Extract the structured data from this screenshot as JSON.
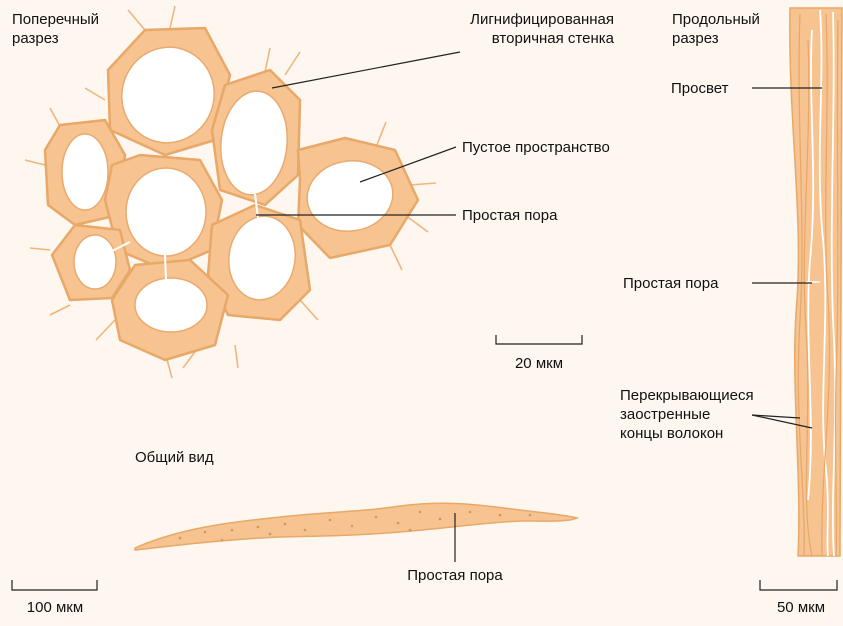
{
  "section_titles": {
    "cross_section": "Поперечный разрез",
    "longitudinal_section": "Продольный разрез",
    "general_view": "Общий вид"
  },
  "callouts": {
    "lignified_wall": "Лигнифицированная вторичная стенка",
    "empty_space": "Пустое пространство",
    "simple_pore_cross": "Простая пора",
    "lumen": "Просвет",
    "simple_pore_long": "Простая пора",
    "overlapping_ends": "Перекрывающиеся заостренные концы волокон",
    "simple_pore_general": "Простая пора"
  },
  "scale_bars": {
    "cross": "20 мкм",
    "general": "100 мкм",
    "longitudinal": "50 мкм"
  },
  "colors": {
    "wall_fill": "#f6c391",
    "wall_outline": "#e8a868",
    "lumen": "#ffffff",
    "background": "#fdf7ef",
    "leader": "#222222"
  }
}
